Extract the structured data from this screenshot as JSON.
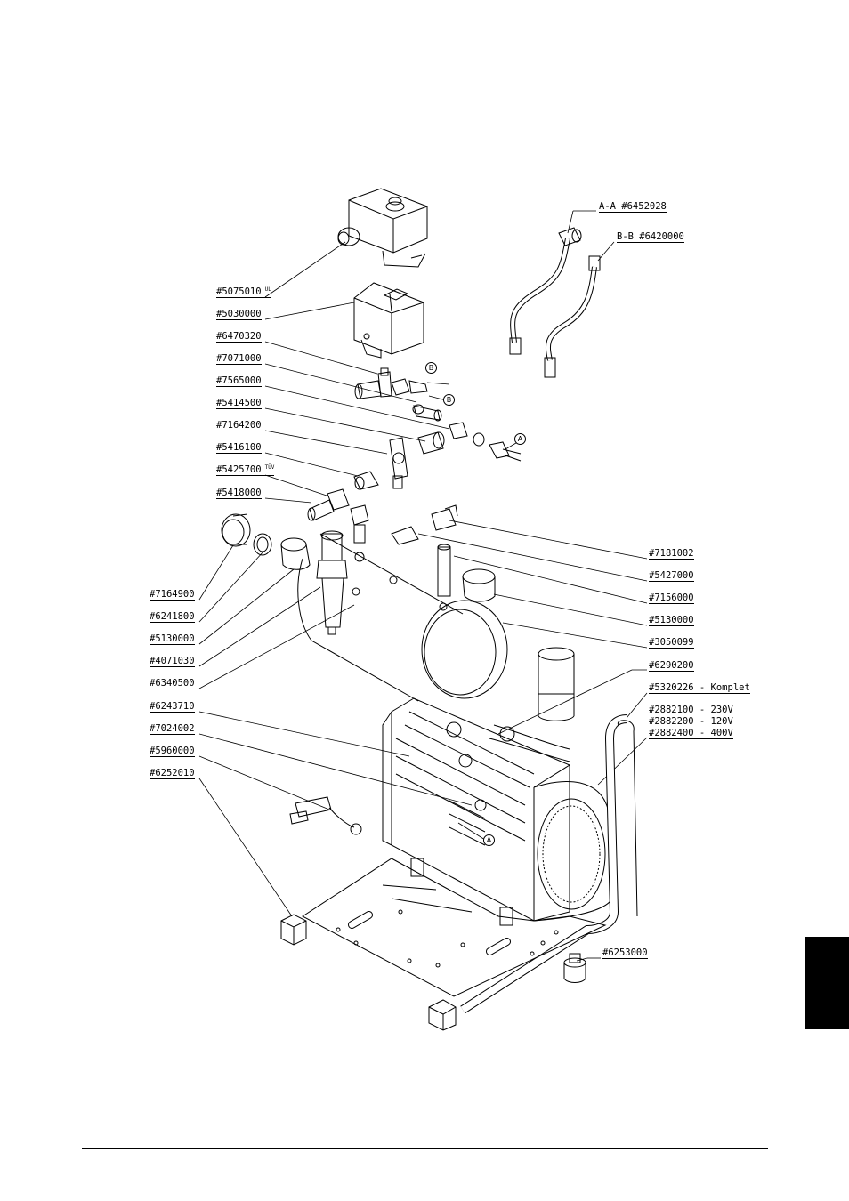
{
  "labels_left": [
    {
      "id": "5075010",
      "text": "#5075010",
      "sup": "UL"
    },
    {
      "id": "5030000",
      "text": "#5030000"
    },
    {
      "id": "6470320",
      "text": "#6470320"
    },
    {
      "id": "7071000",
      "text": "#7071000"
    },
    {
      "id": "7565000",
      "text": "#7565000"
    },
    {
      "id": "5414500",
      "text": "#5414500"
    },
    {
      "id": "7164200",
      "text": "#7164200"
    },
    {
      "id": "5416100",
      "text": "#5416100"
    },
    {
      "id": "5425700",
      "text": "#5425700",
      "sup": "TÜV"
    },
    {
      "id": "5418000",
      "text": "#5418000"
    },
    {
      "id": "7164900",
      "text": "#7164900"
    },
    {
      "id": "6241800",
      "text": "#6241800"
    },
    {
      "id": "5130000L",
      "text": "#5130000"
    },
    {
      "id": "4071030",
      "text": "#4071030"
    },
    {
      "id": "6340500",
      "text": "#6340500"
    },
    {
      "id": "6243710",
      "text": "#6243710"
    },
    {
      "id": "7024002",
      "text": "#7024002"
    },
    {
      "id": "5960000",
      "text": "#5960000"
    },
    {
      "id": "6252010",
      "text": "#6252010"
    }
  ],
  "labels_right": [
    {
      "id": "AA",
      "text": "A-A #6452028"
    },
    {
      "id": "BB",
      "text": "B-B #6420000"
    },
    {
      "id": "7181002",
      "text": "#7181002"
    },
    {
      "id": "5427000",
      "text": "#5427000"
    },
    {
      "id": "7156000",
      "text": "#7156000"
    },
    {
      "id": "5130000R",
      "text": "#5130000"
    },
    {
      "id": "3050099",
      "text": "#3050099"
    },
    {
      "id": "6290200",
      "text": "#6290200"
    },
    {
      "id": "5320226",
      "text": "#5320226 - Komplet"
    },
    {
      "id": "2882100",
      "text": "#2882100 - 230V"
    },
    {
      "id": "2882200",
      "text": "#2882200 - 120V"
    },
    {
      "id": "2882400",
      "text": "#2882400 - 400V"
    },
    {
      "id": "6253000",
      "text": "#6253000"
    }
  ],
  "markers": [
    {
      "id": "mB1",
      "text": "B"
    },
    {
      "id": "mB2",
      "text": "B"
    },
    {
      "id": "mA1",
      "text": "A"
    },
    {
      "id": "mA2",
      "text": "A"
    }
  ]
}
